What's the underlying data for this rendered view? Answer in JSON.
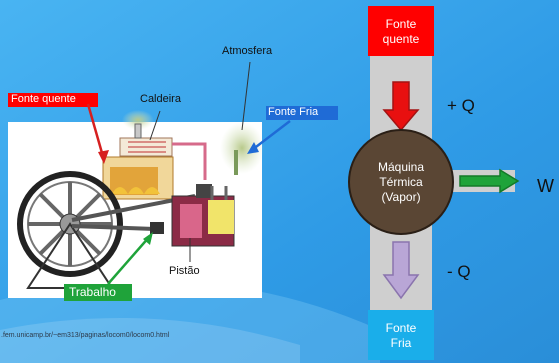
{
  "colors": {
    "background": "#2f9be6",
    "hot_source": "#ff0000",
    "cold_source": "#1aaeea",
    "heat_flow_in": "#e81010",
    "heat_flow_out": "#b9a6d6",
    "work_flow": "#1fa33a",
    "engine": "#5a4634"
  },
  "engine_photo": {
    "labels": {
      "hot_source": "Fonte quente",
      "boiler": "Caldeira",
      "atmosphere": "Atmosfera",
      "cold_source": "Fonte Fria",
      "piston": "Pistão",
      "work": "Trabalho"
    },
    "source_url": ".fem.unicamp.br/~em313/paginas/locom0/locom0.html"
  },
  "heat_engine_diagram": {
    "hot_source": [
      "Fonte",
      "quente"
    ],
    "cold_source": [
      "Fonte",
      "Fria"
    ],
    "engine": [
      "Máquina",
      "Térmica",
      "(Vapor)"
    ],
    "heat_in": "+ Q",
    "heat_out": "- Q",
    "work": "W"
  }
}
